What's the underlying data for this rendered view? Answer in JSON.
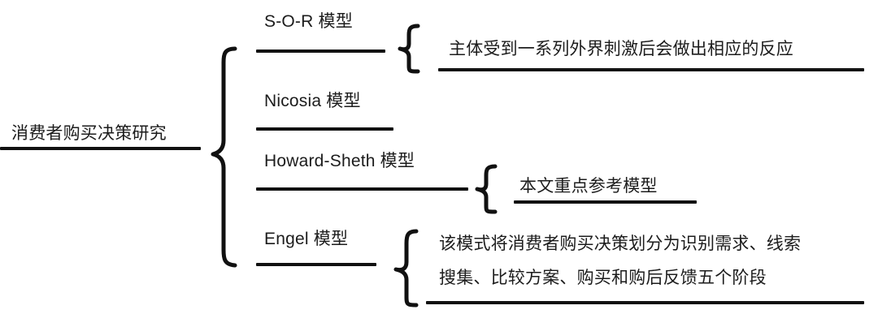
{
  "diagram": {
    "type": "brace-tree",
    "title_node": {
      "label": "消费者购买决策研究"
    },
    "branches": [
      {
        "label": "S-O-R 模型",
        "description": "主体受到一系列外界刺激后会做出相应的反应",
        "description_lines": [
          "主体受到一系列外界刺激后会做出相应的反应"
        ],
        "has_brace": true
      },
      {
        "label": "Nicosia 模型",
        "description": "",
        "description_lines": [],
        "has_brace": false
      },
      {
        "label": "Howard-Sheth 模型",
        "description": "本文重点参考模型",
        "description_lines": [
          "本文重点参考模型"
        ],
        "has_brace": true
      },
      {
        "label": "Engel 模型",
        "description": "该模式将消费者购买决策划分为识别需求、线索搜集、比较方案、购买和购后反馈五个阶段",
        "description_lines": [
          "该模式将消费者购买决策划分为识别需求、线索",
          "搜集、比较方案、购买和购后反馈五个阶段"
        ],
        "has_brace": true
      }
    ],
    "colors": {
      "ink": "#1c1c1c",
      "rule": "#111111",
      "background": "#ffffff"
    }
  }
}
